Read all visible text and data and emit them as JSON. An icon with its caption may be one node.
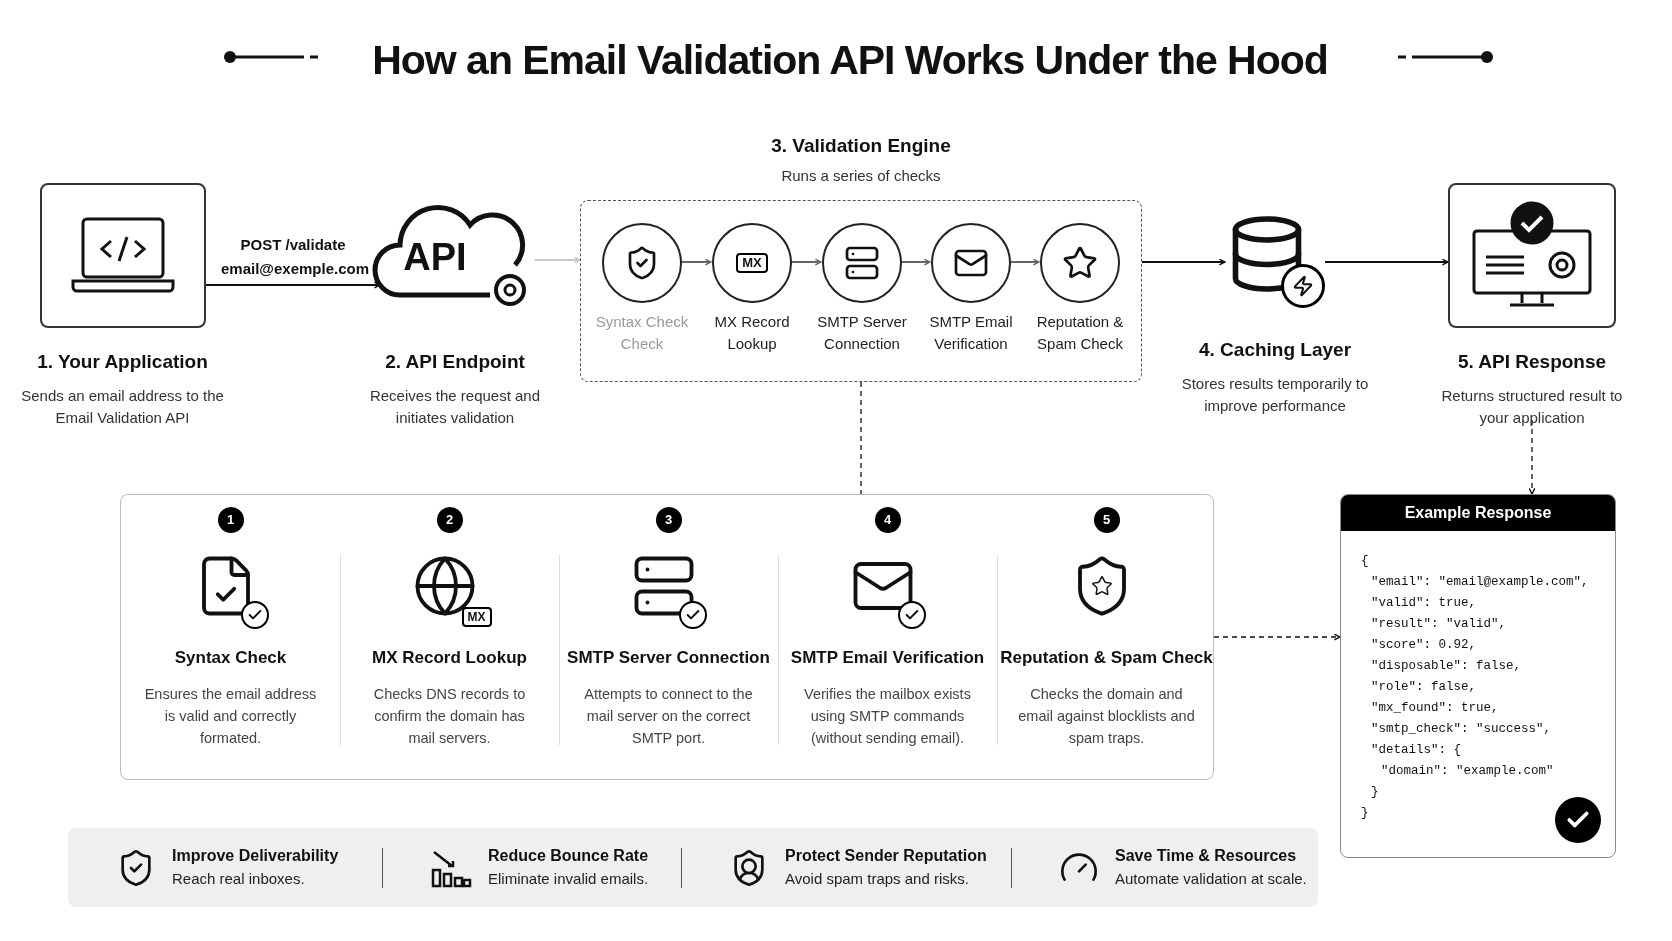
{
  "diagram": {
    "title": "How an Email Validation API Works Under the Hood",
    "nodes": [
      {
        "text": [
          "1. Your Application",
          "Sends an email address to the Email Validation API"
        ]
      },
      {
        "text": [
          "2. API Endpoint",
          "Receives the request and initiates validation"
        ]
      },
      {
        "text": [
          "3. Validation Engine",
          "Runs a series of checks"
        ]
      },
      {
        "text": [
          "Syntax Check Check"
        ],
        "in": 2
      },
      {
        "text": [
          "MX Record Lookup"
        ],
        "in": 2
      },
      {
        "text": [
          "SMTP Server Connection"
        ],
        "in": 2
      },
      {
        "text": [
          "SMTP Email Verification"
        ],
        "in": 2
      },
      {
        "text": [
          "Reputation & Spam Check"
        ],
        "in": 2
      },
      {
        "text": [
          "4. Caching Layer",
          "Stores results temporarily to improve performance"
        ]
      },
      {
        "text": [
          "5. API Response",
          "Returns structured result to your application"
        ]
      },
      {
        "text": [],
        "shape": "box"
      },
      {
        "text": [
          "1",
          "Syntax Check",
          "Ensures the email address is valid and correctly formated."
        ],
        "in": 10
      },
      {
        "text": [
          "2",
          "MX Record Lookup",
          "Checks DNS records to confirm the domain has mail servers."
        ],
        "in": 10
      },
      {
        "text": [
          "3",
          "SMTP Server Connection",
          "Attempts to connect to the mail server on the correct SMTP port."
        ],
        "in": 10
      },
      {
        "text": [
          "4",
          "SMTP Email Verification",
          "Verifies the mailbox exists using SMTP commands (without sending email)."
        ],
        "in": 10
      },
      {
        "text": [
          "5",
          "Reputation & Spam Check",
          "Checks the domain and email against blocklists and spam traps."
        ],
        "in": 10
      },
      {
        "text": [
          "Example Response",
          "{",
          "\"email\": \"email@example.com\",",
          "\"valid\": true,",
          "\"result\": \"valid\",",
          "\"score\": 0.92,",
          "\"disposable\": false,",
          "\"role\": false,",
          "\"mx_found\": true,",
          "\"smtp_check\": \"success\",",
          "\"details\": {",
          "\"domain\": \"example.com\"",
          "}",
          "}"
        ]
      },
      {
        "text": [],
        "shape": "box"
      },
      {
        "text": [
          "Improve Deliverability",
          "Reach real inboxes."
        ],
        "in": 17
      },
      {
        "text": [
          "Reduce Bounce Rate",
          "Eliminate invalid emails."
        ],
        "in": 17
      },
      {
        "text": [
          "Protect Sender Reputation",
          "Avoid spam traps and risks."
        ],
        "in": 17
      },
      {
        "text": [
          "Save Time & Resources",
          "Automate validation at scale."
        ],
        "in": 17
      }
    ],
    "edges": [
      {
        "from": 0,
        "to": 1,
        "arrow": "to",
        "label": "POST /validate email@exemple.com"
      },
      {
        "from": 1,
        "to": 2,
        "arrow": "to",
        "color": "#c8c8c8"
      },
      {
        "from": 3,
        "to": 4,
        "arrow": "to",
        "color": "#666666"
      },
      {
        "from": 4,
        "to": 5,
        "arrow": "to",
        "color": "#666666"
      },
      {
        "from": 5,
        "to": 6,
        "arrow": "to",
        "color": "#666666"
      },
      {
        "from": 6,
        "to": 7,
        "arrow": "to",
        "color": "#666666"
      },
      {
        "from": 2,
        "to": 8,
        "arrow": "to"
      },
      {
        "from": 8,
        "to": 9,
        "arrow": "to"
      },
      {
        "from": 2,
        "to": 10,
        "arrow": "none",
        "style": "dashed"
      },
      {
        "from": 10,
        "to": 16,
        "arrow": "to",
        "style": "dashed"
      },
      {
        "from": 9,
        "to": 16,
        "arrow": "to",
        "style": "dashed"
      }
    ],
    "labels": [
      "API",
      "MX",
      "MX"
    ]
  }
}
